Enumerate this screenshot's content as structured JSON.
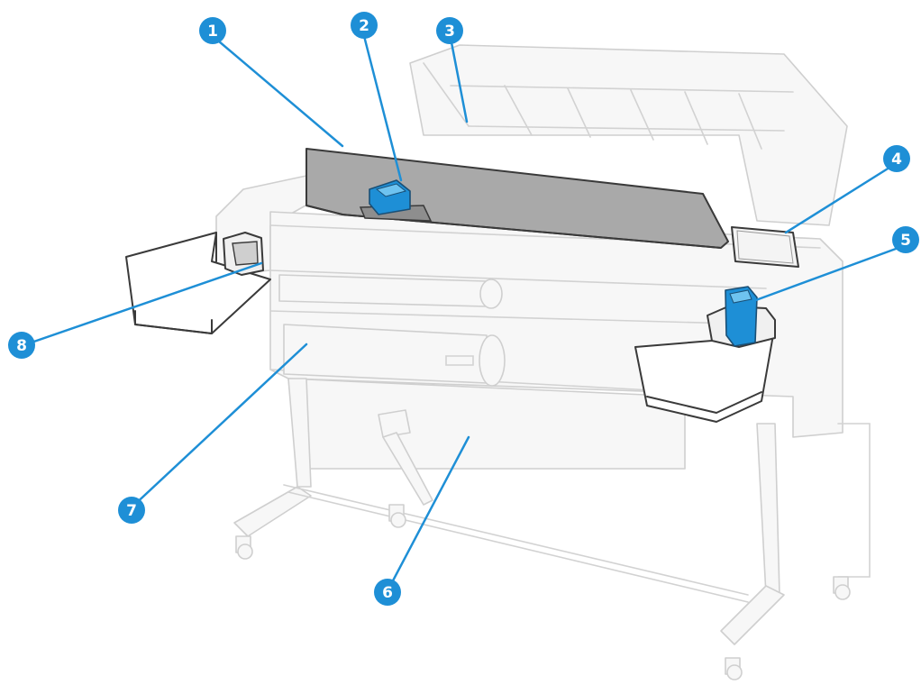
{
  "callouts": [
    {
      "label": "1"
    },
    {
      "label": "2"
    },
    {
      "label": "3"
    },
    {
      "label": "4"
    },
    {
      "label": "5"
    },
    {
      "label": "6"
    },
    {
      "label": "7"
    },
    {
      "label": "8"
    }
  ],
  "colors": {
    "callout": "#1e8fd6",
    "cover": "#a9a9a9",
    "ink_cartridge": "#1e8fd6"
  }
}
